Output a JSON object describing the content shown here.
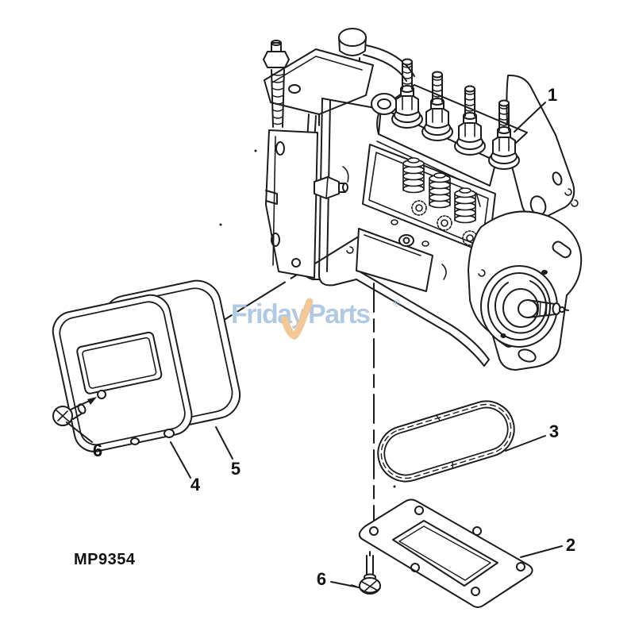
{
  "colors": {
    "background": "#ffffff",
    "line": "#1c1c1c",
    "logo_blue": "#a3c1e0",
    "logo_orange": "#f2be84"
  },
  "watermark": {
    "brand_first": "Friday",
    "brand_second": "Parts",
    "registered": "®"
  },
  "figure": {
    "code": "MP9354"
  },
  "callouts": {
    "c1": {
      "label": "1"
    },
    "c2": {
      "label": "2"
    },
    "c3": {
      "label": "3"
    },
    "c4": {
      "label": "4"
    },
    "c5": {
      "label": "5"
    },
    "c6_left": {
      "label": "6"
    },
    "c6_bottom": {
      "label": "6"
    }
  }
}
